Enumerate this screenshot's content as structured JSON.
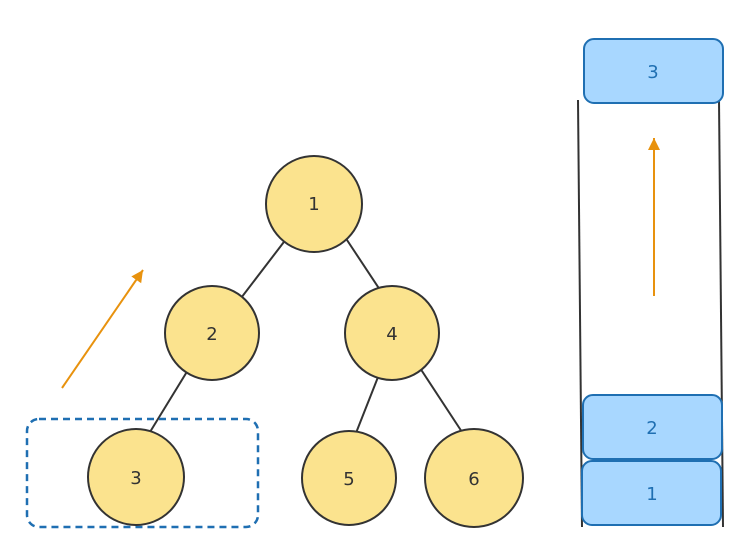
{
  "colors": {
    "node_fill": "#fbe38e",
    "node_stroke": "#333333",
    "edge": "#333333",
    "arrow": "#e8920e",
    "highlight": "#1f6fb2",
    "stack_fill": "#a8d7ff",
    "stack_stroke": "#1f6fb2",
    "stack_wall": "#333333"
  },
  "tree": {
    "nodes": [
      {
        "id": "n1",
        "label": "1"
      },
      {
        "id": "n2",
        "label": "2"
      },
      {
        "id": "n4",
        "label": "4"
      },
      {
        "id": "n3",
        "label": "3"
      },
      {
        "id": "n5",
        "label": "5"
      },
      {
        "id": "n6",
        "label": "6"
      }
    ],
    "edges": [
      {
        "from": "n1",
        "to": "n2"
      },
      {
        "from": "n1",
        "to": "n4"
      },
      {
        "from": "n2",
        "to": "n3"
      },
      {
        "from": "n4",
        "to": "n5"
      },
      {
        "from": "n4",
        "to": "n6"
      }
    ],
    "highlighted_node": "n3"
  },
  "stack": {
    "popped": {
      "label": "3"
    },
    "items": [
      {
        "label": "2"
      },
      {
        "label": "1"
      }
    ]
  }
}
